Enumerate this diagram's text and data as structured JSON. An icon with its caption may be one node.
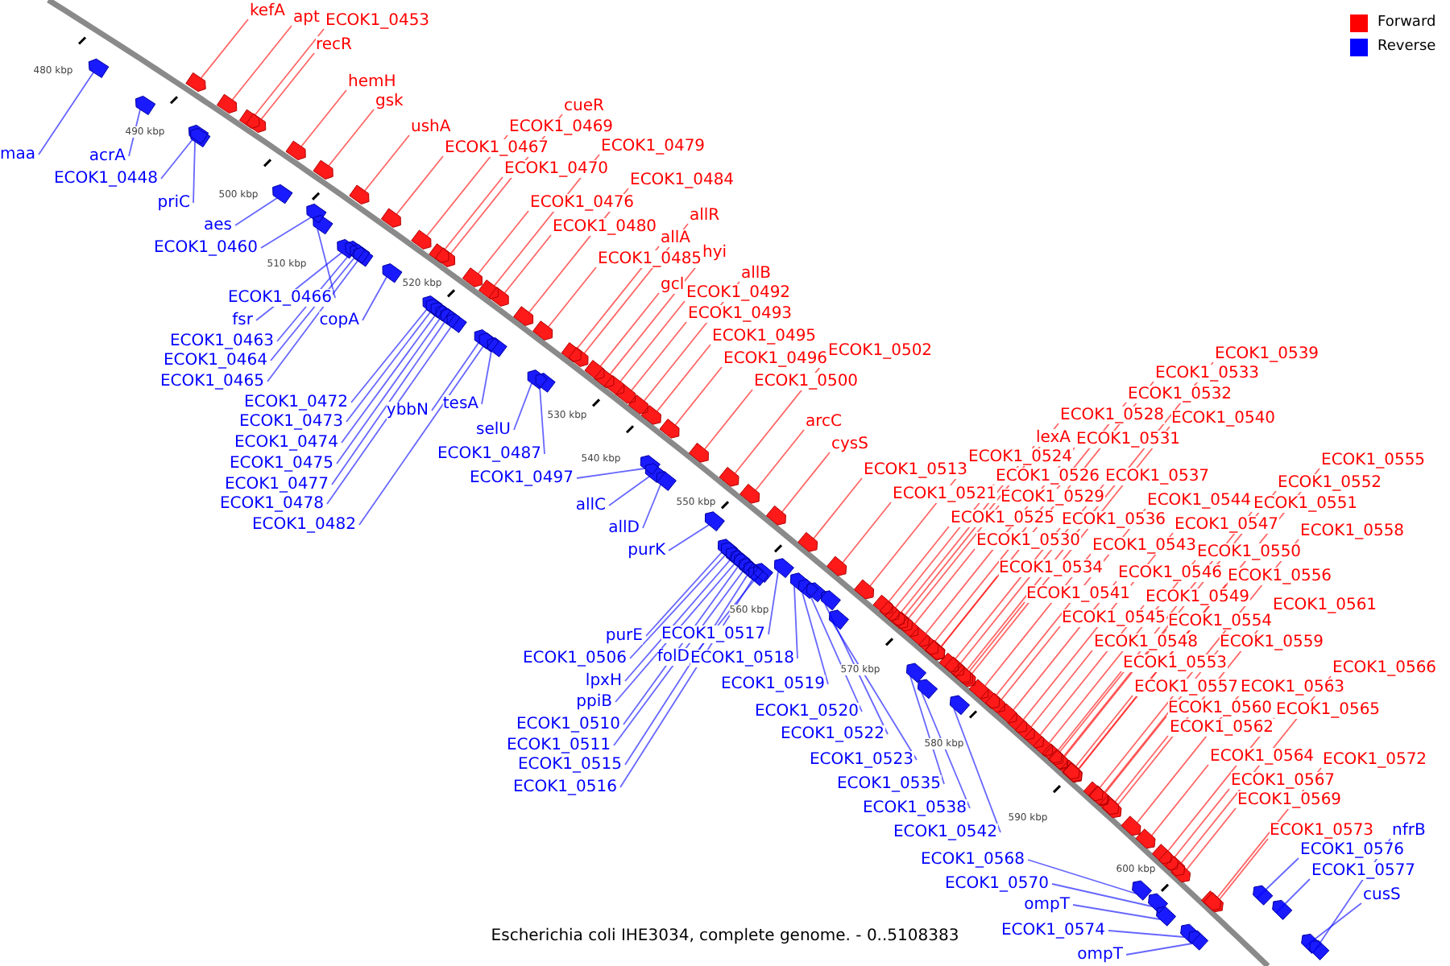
{
  "diagram": {
    "caption": "Escherichia coli IHE3034, complete genome. - 0..5108383",
    "nodes": [
      {
        "text": [
          "kefA"
        ]
      },
      {
        "text": [
          "apt"
        ]
      },
      {
        "text": [
          "ECOK1_0453"
        ]
      },
      {
        "text": [
          "recR"
        ]
      },
      {
        "text": [
          "hemH"
        ]
      },
      {
        "text": [
          "gsk"
        ]
      },
      {
        "text": [
          "ushA"
        ]
      },
      {
        "text": [
          "cueR"
        ]
      },
      {
        "text": [
          "ECOK1_0469"
        ]
      },
      {
        "text": [
          "ECOK1_0467"
        ]
      },
      {
        "text": [
          "ECOK1_0479"
        ]
      },
      {
        "text": [
          "ECOK1_0470"
        ]
      },
      {
        "text": [
          "ECOK1_0484"
        ]
      },
      {
        "text": [
          "ECOK1_0476"
        ]
      },
      {
        "text": [
          "allR"
        ]
      },
      {
        "text": [
          "ECOK1_0480"
        ]
      },
      {
        "text": [
          "allA"
        ]
      },
      {
        "text": [
          "hyi"
        ]
      },
      {
        "text": [
          "ECOK1_0485"
        ]
      },
      {
        "text": [
          "allB"
        ]
      },
      {
        "text": [
          "gcl"
        ]
      },
      {
        "text": [
          "ECOK1_0492"
        ]
      },
      {
        "text": [
          "ECOK1_0493"
        ]
      },
      {
        "text": [
          "ECOK1_0495"
        ]
      },
      {
        "text": [
          "ECOK1_0496"
        ]
      },
      {
        "text": [
          "ECOK1_0502"
        ]
      },
      {
        "text": [
          "ECOK1_0500"
        ]
      },
      {
        "text": [
          "arcC"
        ]
      },
      {
        "text": [
          "cysS"
        ]
      },
      {
        "text": [
          "ECOK1_0539"
        ]
      },
      {
        "text": [
          "ECOK1_0533"
        ]
      },
      {
        "text": [
          "ECOK1_0532"
        ]
      },
      {
        "text": [
          "ECOK1_0528"
        ]
      },
      {
        "text": [
          "ECOK1_0540"
        ]
      },
      {
        "text": [
          "lexA"
        ]
      },
      {
        "text": [
          "ECOK1_0531"
        ]
      },
      {
        "text": [
          "ECOK1_0524"
        ]
      },
      {
        "text": [
          "ECOK1_0555"
        ]
      },
      {
        "text": [
          "ECOK1_0513"
        ]
      },
      {
        "text": [
          "ECOK1_0526"
        ]
      },
      {
        "text": [
          "ECOK1_0537"
        ]
      },
      {
        "text": [
          "ECOK1_0552"
        ]
      },
      {
        "text": [
          "ECOK1_0521"
        ]
      },
      {
        "text": [
          "ECOK1_0529"
        ]
      },
      {
        "text": [
          "ECOK1_0544"
        ]
      },
      {
        "text": [
          "ECOK1_0551"
        ]
      },
      {
        "text": [
          "ECOK1_0525"
        ]
      },
      {
        "text": [
          "ECOK1_0536"
        ]
      },
      {
        "text": [
          "ECOK1_0547"
        ]
      },
      {
        "text": [
          "ECOK1_0558"
        ]
      },
      {
        "text": [
          "ECOK1_0530"
        ]
      },
      {
        "text": [
          "ECOK1_0543"
        ]
      },
      {
        "text": [
          "ECOK1_0550"
        ]
      },
      {
        "text": [
          "ECOK1_0534"
        ]
      },
      {
        "text": [
          "ECOK1_0546"
        ]
      },
      {
        "text": [
          "ECOK1_0556"
        ]
      },
      {
        "text": [
          "ECOK1_0541"
        ]
      },
      {
        "text": [
          "ECOK1_0549"
        ]
      },
      {
        "text": [
          "ECOK1_0561"
        ]
      },
      {
        "text": [
          "ECOK1_0545"
        ]
      },
      {
        "text": [
          "ECOK1_0554"
        ]
      },
      {
        "text": [
          "ECOK1_0548"
        ]
      },
      {
        "text": [
          "ECOK1_0559"
        ]
      },
      {
        "text": [
          "ECOK1_0553"
        ]
      },
      {
        "text": [
          "ECOK1_0566"
        ]
      },
      {
        "text": [
          "ECOK1_0557"
        ]
      },
      {
        "text": [
          "ECOK1_0563"
        ]
      },
      {
        "text": [
          "ECOK1_0560"
        ]
      },
      {
        "text": [
          "ECOK1_0565"
        ]
      },
      {
        "text": [
          "ECOK1_0562"
        ]
      },
      {
        "text": [
          "ECOK1_0564"
        ]
      },
      {
        "text": [
          "ECOK1_0572"
        ]
      },
      {
        "text": [
          "ECOK1_0567"
        ]
      },
      {
        "text": [
          "ECOK1_0569"
        ]
      },
      {
        "text": [
          "ECOK1_0573"
        ]
      },
      {
        "text": [
          "maa"
        ]
      },
      {
        "text": [
          "acrA"
        ]
      },
      {
        "text": [
          "ECOK1_0448"
        ]
      },
      {
        "text": [
          "priC"
        ]
      },
      {
        "text": [
          "aes"
        ]
      },
      {
        "text": [
          "ECOK1_0460"
        ]
      },
      {
        "text": [
          "ECOK1_0466"
        ]
      },
      {
        "text": [
          "fsr"
        ]
      },
      {
        "text": [
          "copA"
        ]
      },
      {
        "text": [
          "ECOK1_0463"
        ]
      },
      {
        "text": [
          "ECOK1_0464"
        ]
      },
      {
        "text": [
          "ECOK1_0465"
        ]
      },
      {
        "text": [
          "ECOK1_0472"
        ]
      },
      {
        "text": [
          "tesA"
        ]
      },
      {
        "text": [
          "ybbN"
        ]
      },
      {
        "text": [
          "ECOK1_0473"
        ]
      },
      {
        "text": [
          "selU"
        ]
      },
      {
        "text": [
          "ECOK1_0474"
        ]
      },
      {
        "text": [
          "ECOK1_0487"
        ]
      },
      {
        "text": [
          "ECOK1_0475"
        ]
      },
      {
        "text": [
          "ECOK1_0497"
        ]
      },
      {
        "text": [
          "ECOK1_0477"
        ]
      },
      {
        "text": [
          "ECOK1_0478"
        ]
      },
      {
        "text": [
          "allC"
        ]
      },
      {
        "text": [
          "ECOK1_0482"
        ]
      },
      {
        "text": [
          "allD"
        ]
      },
      {
        "text": [
          "purK"
        ]
      },
      {
        "text": [
          "ECOK1_0517"
        ]
      },
      {
        "text": [
          "purE"
        ]
      },
      {
        "text": [
          "ECOK1_0506"
        ]
      },
      {
        "text": [
          "folD"
        ]
      },
      {
        "text": [
          "ECOK1_0518"
        ]
      },
      {
        "text": [
          "lpxH"
        ]
      },
      {
        "text": [
          "ECOK1_0519"
        ]
      },
      {
        "text": [
          "ppiB"
        ]
      },
      {
        "text": [
          "ECOK1_0520"
        ]
      },
      {
        "text": [
          "ECOK1_0510"
        ]
      },
      {
        "text": [
          "ECOK1_0522"
        ]
      },
      {
        "text": [
          "ECOK1_0511"
        ]
      },
      {
        "text": [
          "ECOK1_0523"
        ]
      },
      {
        "text": [
          "ECOK1_0515"
        ]
      },
      {
        "text": [
          "ECOK1_0535"
        ]
      },
      {
        "text": [
          "ECOK1_0516"
        ]
      },
      {
        "text": [
          "ECOK1_0538"
        ]
      },
      {
        "text": [
          "ECOK1_0542"
        ]
      },
      {
        "text": [
          "nfrB"
        ]
      },
      {
        "text": [
          "ECOK1_0576"
        ]
      },
      {
        "text": [
          "ECOK1_0568"
        ]
      },
      {
        "text": [
          "ECOK1_0577"
        ]
      },
      {
        "text": [
          "ECOK1_0570"
        ]
      },
      {
        "text": [
          "cusS"
        ]
      },
      {
        "text": [
          "ompT"
        ]
      },
      {
        "text": [
          "ECOK1_0574"
        ]
      },
      {
        "text": [
          "ompT"
        ]
      }
    ],
    "edges": [
      {
        "from": 0,
        "to": null,
        "arrow": "none"
      },
      {
        "from": 1,
        "to": null,
        "arrow": "none"
      },
      {
        "from": 2,
        "to": null,
        "arrow": "none"
      },
      {
        "from": 3,
        "to": null,
        "arrow": "none"
      },
      {
        "from": 4,
        "to": null,
        "arrow": "none"
      },
      {
        "from": 5,
        "to": null,
        "arrow": "none"
      },
      {
        "from": 6,
        "to": null,
        "arrow": "none"
      },
      {
        "from": 7,
        "to": null,
        "arrow": "none"
      },
      {
        "from": 8,
        "to": null,
        "arrow": "none"
      },
      {
        "from": 9,
        "to": null,
        "arrow": "none"
      },
      {
        "from": 10,
        "to": null,
        "arrow": "none"
      },
      {
        "from": 11,
        "to": null,
        "arrow": "none"
      },
      {
        "from": 12,
        "to": null,
        "arrow": "none"
      },
      {
        "from": 13,
        "to": null,
        "arrow": "none"
      },
      {
        "from": 14,
        "to": null,
        "arrow": "none"
      },
      {
        "from": 15,
        "to": null,
        "arrow": "none"
      },
      {
        "from": 16,
        "to": null,
        "arrow": "none"
      },
      {
        "from": 17,
        "to": null,
        "arrow": "none"
      },
      {
        "from": 18,
        "to": null,
        "arrow": "none"
      },
      {
        "from": 19,
        "to": null,
        "arrow": "none"
      },
      {
        "from": 20,
        "to": null,
        "arrow": "none"
      },
      {
        "from": 21,
        "to": null,
        "arrow": "none"
      },
      {
        "from": 22,
        "to": null,
        "arrow": "none"
      },
      {
        "from": 23,
        "to": null,
        "arrow": "none"
      },
      {
        "from": 24,
        "to": null,
        "arrow": "none"
      },
      {
        "from": 25,
        "to": null,
        "arrow": "none"
      },
      {
        "from": 26,
        "to": null,
        "arrow": "none"
      },
      {
        "from": 27,
        "to": null,
        "arrow": "none"
      },
      {
        "from": 28,
        "to": null,
        "arrow": "none"
      },
      {
        "from": 29,
        "to": null,
        "arrow": "none"
      },
      {
        "from": 30,
        "to": null,
        "arrow": "none"
      },
      {
        "from": 31,
        "to": null,
        "arrow": "none"
      },
      {
        "from": 32,
        "to": null,
        "arrow": "none"
      },
      {
        "from": 33,
        "to": null,
        "arrow": "none"
      },
      {
        "from": 34,
        "to": null,
        "arrow": "none"
      },
      {
        "from": 35,
        "to": null,
        "arrow": "none"
      },
      {
        "from": 36,
        "to": null,
        "arrow": "none"
      },
      {
        "from": 37,
        "to": null,
        "arrow": "none"
      },
      {
        "from": 38,
        "to": null,
        "arrow": "none"
      },
      {
        "from": 39,
        "to": null,
        "arrow": "none"
      },
      {
        "from": 40,
        "to": null,
        "arrow": "none"
      },
      {
        "from": 41,
        "to": null,
        "arrow": "none"
      },
      {
        "from": 42,
        "to": null,
        "arrow": "none"
      },
      {
        "from": 43,
        "to": null,
        "arrow": "none"
      },
      {
        "from": 44,
        "to": null,
        "arrow": "none"
      },
      {
        "from": 45,
        "to": null,
        "arrow": "none"
      },
      {
        "from": 46,
        "to": null,
        "arrow": "none"
      },
      {
        "from": 47,
        "to": null,
        "arrow": "none"
      },
      {
        "from": 48,
        "to": null,
        "arrow": "none"
      },
      {
        "from": 49,
        "to": null,
        "arrow": "none"
      },
      {
        "from": 50,
        "to": null,
        "arrow": "none"
      },
      {
        "from": 51,
        "to": null,
        "arrow": "none"
      },
      {
        "from": 52,
        "to": null,
        "arrow": "none"
      },
      {
        "from": 53,
        "to": null,
        "arrow": "none"
      },
      {
        "from": 54,
        "to": null,
        "arrow": "none"
      },
      {
        "from": 55,
        "to": null,
        "arrow": "none"
      },
      {
        "from": 56,
        "to": null,
        "arrow": "none"
      },
      {
        "from": 57,
        "to": null,
        "arrow": "none"
      },
      {
        "from": 58,
        "to": null,
        "arrow": "none"
      },
      {
        "from": 59,
        "to": null,
        "arrow": "none"
      },
      {
        "from": 60,
        "to": null,
        "arrow": "none"
      },
      {
        "from": 61,
        "to": null,
        "arrow": "none"
      },
      {
        "from": 62,
        "to": null,
        "arrow": "none"
      },
      {
        "from": 63,
        "to": null,
        "arrow": "none"
      },
      {
        "from": 64,
        "to": null,
        "arrow": "none"
      },
      {
        "from": 65,
        "to": null,
        "arrow": "none"
      },
      {
        "from": 66,
        "to": null,
        "arrow": "none"
      },
      {
        "from": 67,
        "to": null,
        "arrow": "none"
      },
      {
        "from": 68,
        "to": null,
        "arrow": "none"
      },
      {
        "from": 69,
        "to": null,
        "arrow": "none"
      },
      {
        "from": 70,
        "to": null,
        "arrow": "none"
      },
      {
        "from": 71,
        "to": null,
        "arrow": "none"
      },
      {
        "from": 72,
        "to": null,
        "arrow": "none"
      },
      {
        "from": 73,
        "to": null,
        "arrow": "none"
      },
      {
        "from": 74,
        "to": null,
        "arrow": "none"
      },
      {
        "from": 75,
        "to": null,
        "arrow": "none",
        "color": "#0000ff"
      },
      {
        "from": 76,
        "to": null,
        "arrow": "none",
        "color": "#0000ff"
      },
      {
        "from": 77,
        "to": null,
        "arrow": "none",
        "color": "#0000ff"
      },
      {
        "from": 78,
        "to": null,
        "arrow": "none",
        "color": "#0000ff"
      },
      {
        "from": 79,
        "to": null,
        "arrow": "none",
        "color": "#0000ff"
      },
      {
        "from": 80,
        "to": null,
        "arrow": "none",
        "color": "#0000ff"
      },
      {
        "from": 81,
        "to": null,
        "arrow": "none",
        "color": "#0000ff"
      },
      {
        "from": 82,
        "to": null,
        "arrow": "none",
        "color": "#0000ff"
      },
      {
        "from": 83,
        "to": null,
        "arrow": "none",
        "color": "#0000ff"
      },
      {
        "from": 84,
        "to": null,
        "arrow": "none",
        "color": "#0000ff"
      },
      {
        "from": 85,
        "to": null,
        "arrow": "none",
        "color": "#0000ff"
      },
      {
        "from": 86,
        "to": null,
        "arrow": "none",
        "color": "#0000ff"
      },
      {
        "from": 87,
        "to": null,
        "arrow": "none",
        "color": "#0000ff"
      },
      {
        "from": 88,
        "to": null,
        "arrow": "none",
        "color": "#0000ff"
      },
      {
        "from": 89,
        "to": null,
        "arrow": "none",
        "color": "#0000ff"
      },
      {
        "from": 90,
        "to": null,
        "arrow": "none",
        "color": "#0000ff"
      },
      {
        "from": 91,
        "to": null,
        "arrow": "none",
        "color": "#0000ff"
      },
      {
        "from": 92,
        "to": null,
        "arrow": "none",
        "color": "#0000ff"
      },
      {
        "from": 93,
        "to": null,
        "arrow": "none",
        "color": "#0000ff"
      },
      {
        "from": 94,
        "to": null,
        "arrow": "none",
        "color": "#0000ff"
      },
      {
        "from": 95,
        "to": null,
        "arrow": "none",
        "color": "#0000ff"
      },
      {
        "from": 96,
        "to": null,
        "arrow": "none",
        "color": "#0000ff"
      },
      {
        "from": 97,
        "to": null,
        "arrow": "none",
        "color": "#0000ff"
      },
      {
        "from": 98,
        "to": null,
        "arrow": "none",
        "color": "#0000ff"
      },
      {
        "from": 99,
        "to": null,
        "arrow": "none",
        "color": "#0000ff"
      },
      {
        "from": 100,
        "to": null,
        "arrow": "none",
        "color": "#0000ff"
      },
      {
        "from": 101,
        "to": null,
        "arrow": "none",
        "color": "#0000ff"
      },
      {
        "from": 102,
        "to": null,
        "arrow": "none",
        "color": "#0000ff"
      },
      {
        "from": 103,
        "to": null,
        "arrow": "none",
        "color": "#0000ff"
      },
      {
        "from": 104,
        "to": null,
        "arrow": "none",
        "color": "#0000ff"
      },
      {
        "from": 105,
        "to": null,
        "arrow": "none",
        "color": "#0000ff"
      },
      {
        "from": 106,
        "to": null,
        "arrow": "none",
        "color": "#0000ff"
      },
      {
        "from": 107,
        "to": null,
        "arrow": "none",
        "color": "#0000ff"
      },
      {
        "from": 108,
        "to": null,
        "arrow": "none",
        "color": "#0000ff"
      },
      {
        "from": 109,
        "to": null,
        "arrow": "none",
        "color": "#0000ff"
      },
      {
        "from": 110,
        "to": null,
        "arrow": "none",
        "color": "#0000ff"
      },
      {
        "from": 111,
        "to": null,
        "arrow": "none",
        "color": "#0000ff"
      },
      {
        "from": 112,
        "to": null,
        "arrow": "none",
        "color": "#0000ff"
      },
      {
        "from": 113,
        "to": null,
        "arrow": "none",
        "color": "#0000ff"
      },
      {
        "from": 114,
        "to": null,
        "arrow": "none",
        "color": "#0000ff"
      },
      {
        "from": 115,
        "to": null,
        "arrow": "none",
        "color": "#0000ff"
      },
      {
        "from": 116,
        "to": null,
        "arrow": "none",
        "color": "#0000ff"
      },
      {
        "from": 117,
        "to": null,
        "arrow": "none",
        "color": "#0000ff"
      },
      {
        "from": 118,
        "to": null,
        "arrow": "none",
        "color": "#0000ff"
      },
      {
        "from": 119,
        "to": null,
        "arrow": "none",
        "color": "#0000ff"
      },
      {
        "from": 120,
        "to": null,
        "arrow": "none",
        "color": "#0000ff"
      },
      {
        "from": 121,
        "to": null,
        "arrow": "none",
        "color": "#0000ff"
      },
      {
        "from": 122,
        "to": null,
        "arrow": "none",
        "color": "#0000ff"
      },
      {
        "from": 123,
        "to": null,
        "arrow": "none",
        "color": "#0000ff"
      },
      {
        "from": 124,
        "to": null,
        "arrow": "none",
        "color": "#0000ff"
      },
      {
        "from": 125,
        "to": null,
        "arrow": "none",
        "color": "#0000ff"
      },
      {
        "from": 126,
        "to": null,
        "arrow": "none",
        "color": "#0000ff"
      },
      {
        "from": 127,
        "to": null,
        "arrow": "none",
        "color": "#0000ff"
      },
      {
        "from": 128,
        "to": null,
        "arrow": "none",
        "color": "#0000ff"
      }
    ],
    "labels": [
      "480 kbp",
      "490 kbp",
      "500 kbp",
      "510 kbp",
      "520 kbp",
      "530 kbp",
      "540 kbp",
      "550 kbp",
      "560 kbp",
      "570 kbp",
      "580 kbp",
      "590 kbp",
      "600 kbp"
    ],
    "legend": [
      {
        "text": "Forward",
        "color": "#ff0000"
      },
      {
        "text": "Reverse",
        "color": "#0000ff"
      }
    ]
  }
}
